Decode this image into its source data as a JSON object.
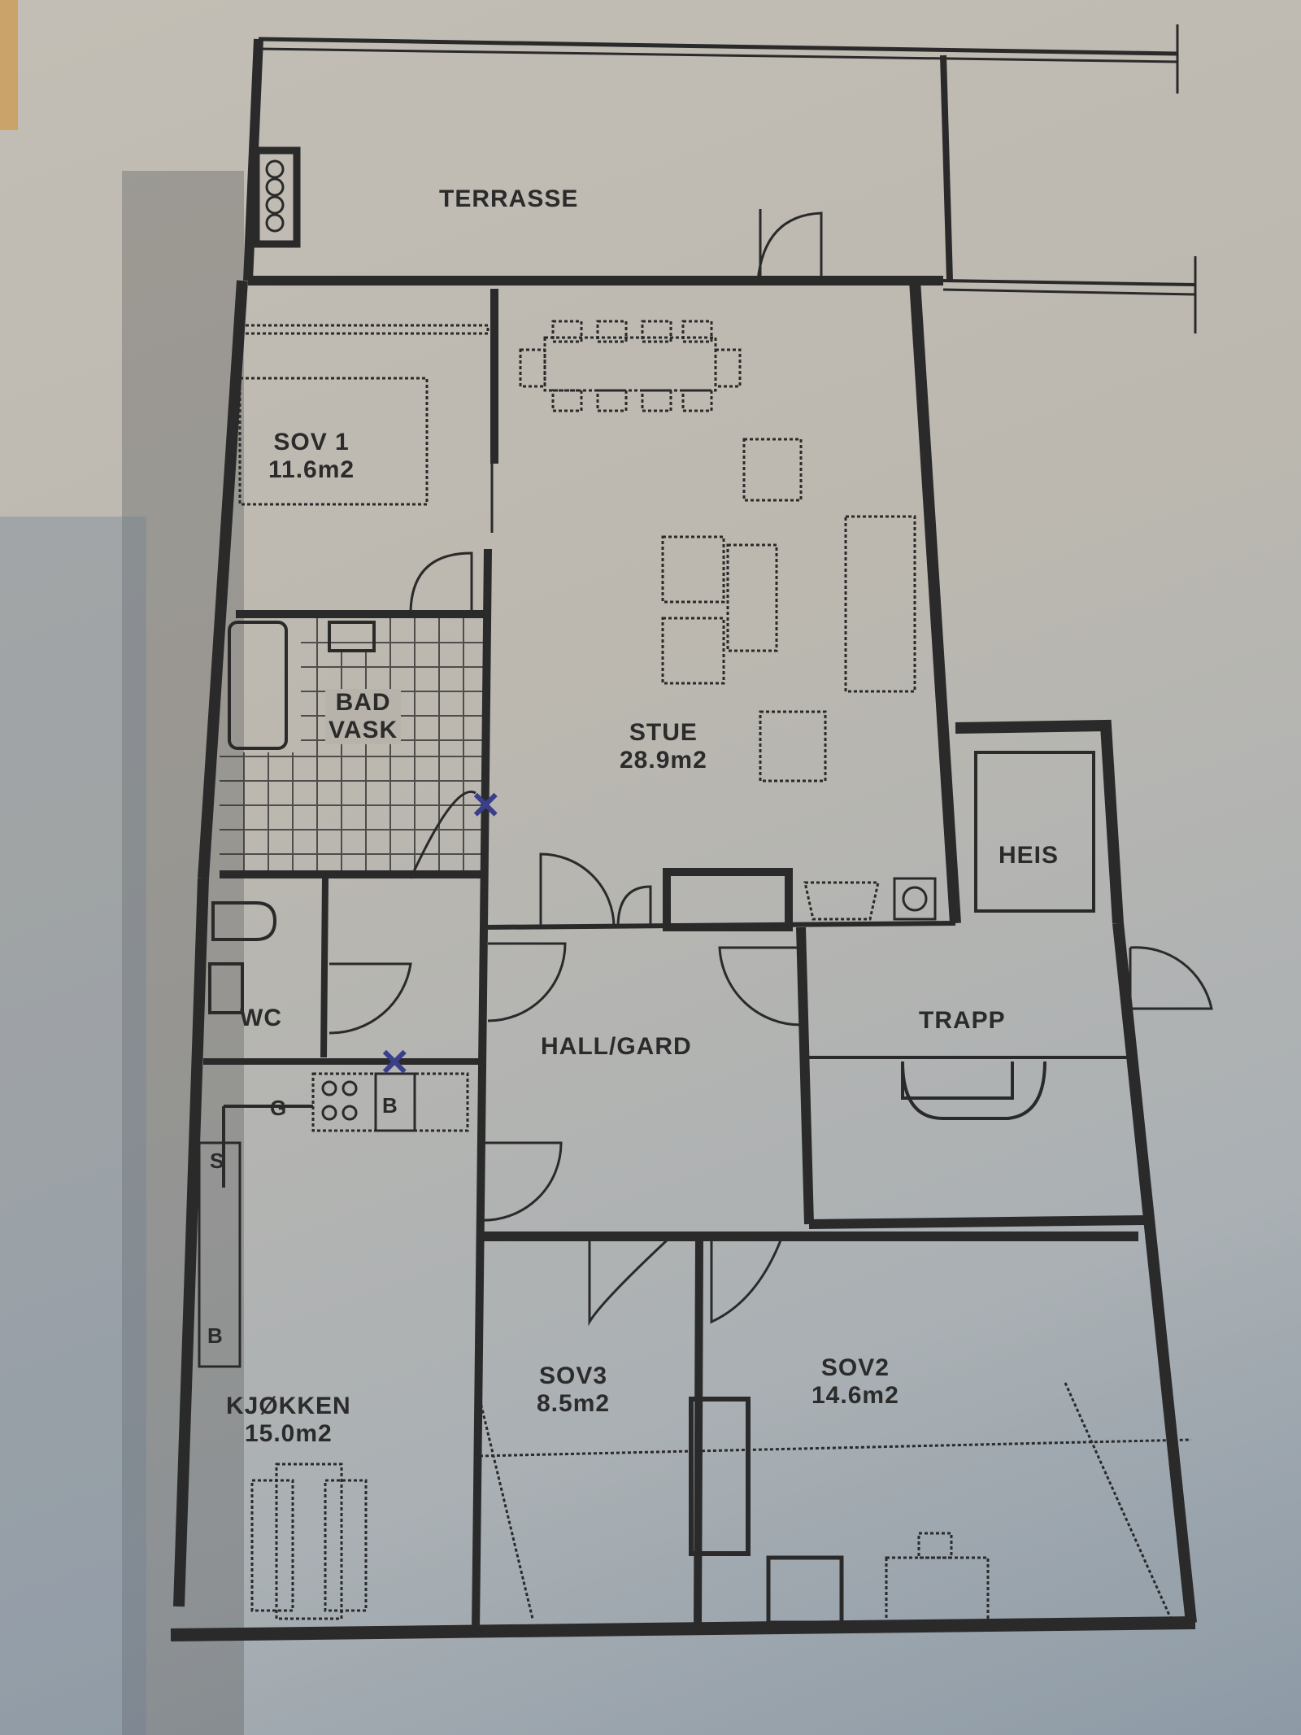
{
  "plan": {
    "rooms": [
      {
        "id": "terrasse",
        "name": "TERRASSE",
        "area": ""
      },
      {
        "id": "sov1",
        "name": "SOV 1",
        "area": "11.6m2"
      },
      {
        "id": "stue",
        "name": "STUE",
        "area": "28.9m2"
      },
      {
        "id": "bad",
        "name": "BAD",
        "area": "VASK"
      },
      {
        "id": "heis",
        "name": "HEIS",
        "area": ""
      },
      {
        "id": "wc",
        "name": "WC",
        "area": ""
      },
      {
        "id": "hall",
        "name": "HALL/GARD",
        "area": ""
      },
      {
        "id": "trapp",
        "name": "TRAPP",
        "area": ""
      },
      {
        "id": "kjokken",
        "name": "KJØKKEN",
        "area": "15.0m2"
      },
      {
        "id": "sov3",
        "name": "SOV3",
        "area": "8.5m2"
      },
      {
        "id": "sov2",
        "name": "SOV2",
        "area": "14.6m2"
      }
    ],
    "fixture_labels": {
      "g": "G",
      "b_kitchen": "B",
      "s": "S",
      "b_bottom": "B"
    },
    "annotations": {
      "mark_1": "✕",
      "mark_2": "✕"
    },
    "colors": {
      "wall": "#2a2a2a",
      "paper": "#bdb9b1",
      "pen_mark": "#3a3f8a"
    }
  }
}
